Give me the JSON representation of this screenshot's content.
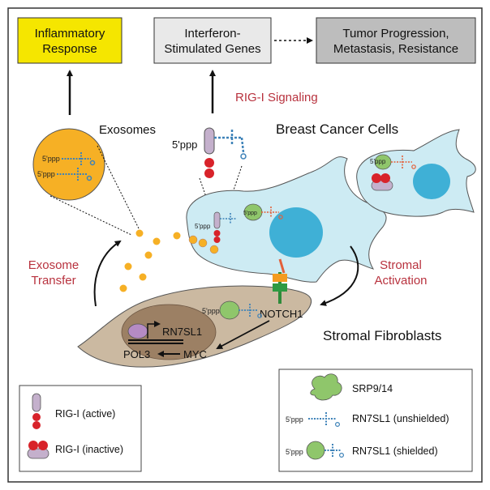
{
  "top_boxes": {
    "inflammatory": "Inflammatory\nResponse",
    "isg": "Interferon-\nStimulated Genes",
    "tumor": "Tumor Progression,\nMetastasis, Resistance"
  },
  "labels": {
    "rig_signaling": "RIG-I Signaling",
    "exosomes": "Exosomes",
    "breast_cancer_cells": "Breast Cancer Cells",
    "exosome_transfer": "Exosome\nTransfer",
    "stromal_activation": "Stromal\nActivation",
    "notch1": "NOTCH1",
    "rn7sl1": "RN7SL1",
    "pol3": "POL3",
    "myc": "MYC",
    "stromal_fibroblasts": "Stromal Fibroblasts",
    "ppp": "5'ppp"
  },
  "legend_left": {
    "active": "RIG-I (active)",
    "inactive": "RIG-I (inactive)"
  },
  "legend_right": {
    "srp": "SRP9/14",
    "unshielded": "RN7SL1 (unshielded)",
    "shielded": "RN7SL1 (shielded)"
  },
  "colors": {
    "yellow_box": "#f5e600",
    "isg_box": "#e9e9e9",
    "tumor_box": "#bdbdbd",
    "red_label": "#b8323e",
    "cell_blue": "#cdebf3",
    "nucleus": "#3fb0d6",
    "fibroblast": "#cbb9a1",
    "fib_nucleus": "#9c8064",
    "exosome": "#f6b025",
    "rig_red": "#d8232a",
    "rig_purple": "#c4b0cc",
    "srp_green": "#8fc66b",
    "rna_blue": "#3d82b8"
  }
}
